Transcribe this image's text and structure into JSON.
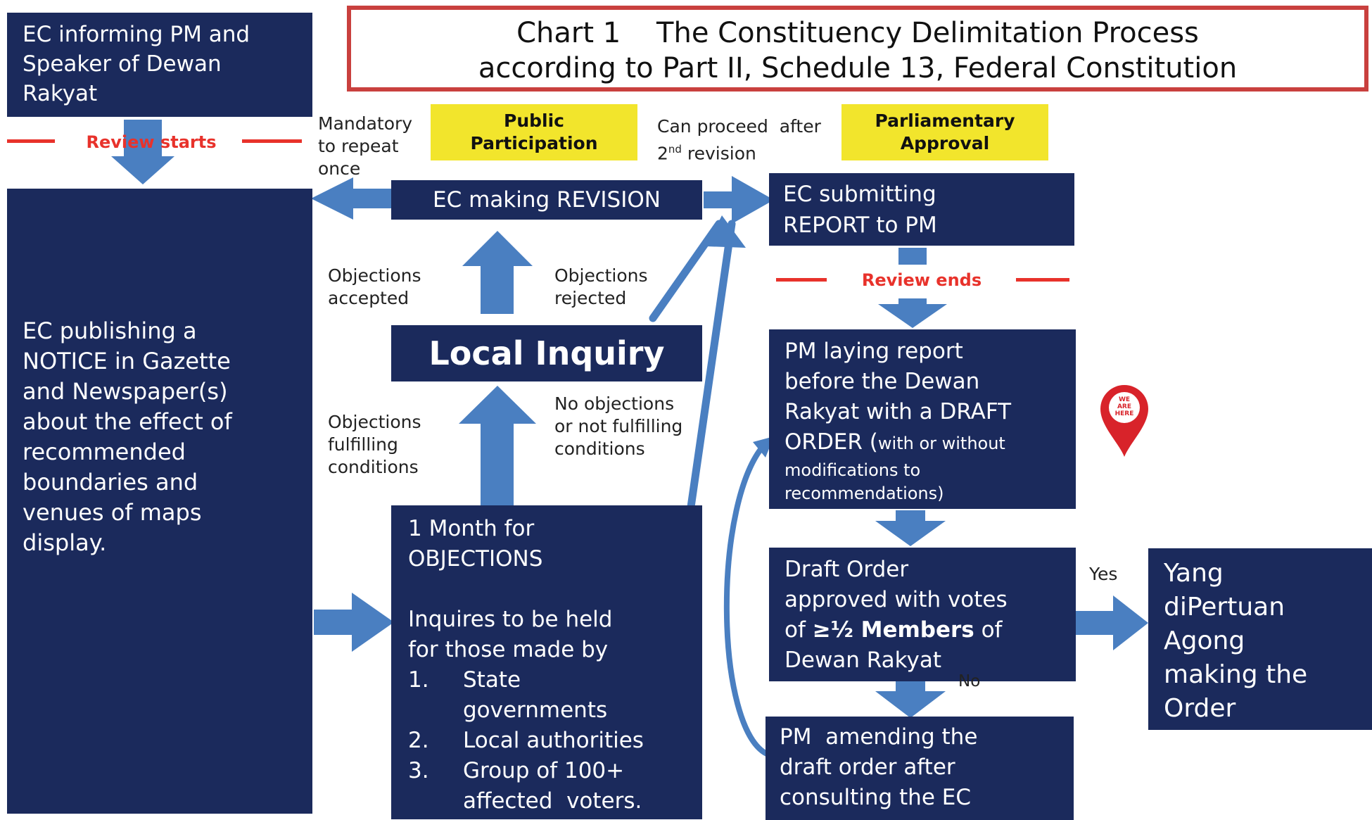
{
  "title": {
    "line1": "Chart 1    The Constituency Delimitation Process",
    "line2": "according to Part II, Schedule 13, Federal Constitution",
    "border_color": "#c9403e"
  },
  "colors": {
    "box_fill": "#1b2a5c",
    "arrow_fill": "#4a7fc1",
    "highlight_fill": "#f2e52c",
    "review_marker": "#e8322b"
  },
  "boxes": {
    "ec_informing": [
      "EC informing PM and",
      "Speaker of Dewan",
      "Rakyat"
    ],
    "ec_publishing": [
      "EC publishing a",
      "NOTICE in Gazette",
      "and Newspaper(s)",
      "about the effect of",
      "recommended",
      "boundaries and",
      "venues of maps",
      "display."
    ],
    "ec_revision": "EC making REVISION",
    "local_inquiry": "Local Inquiry",
    "objections_box": {
      "line1": "1 Month for",
      "line2": "OBJECTIONS",
      "line3": "Inquires to be held",
      "line4": "for those made by",
      "items": [
        {
          "num": "1.",
          "text": "State"
        },
        {
          "num": "",
          "text": "governments"
        },
        {
          "num": "2.",
          "text": "Local authorities"
        },
        {
          "num": "3.",
          "text": "Group of 100+"
        },
        {
          "num": "",
          "text": "affected  voters."
        }
      ]
    },
    "ec_submitting": [
      "EC submitting",
      "REPORT to PM"
    ],
    "pm_laying": {
      "lines": [
        "PM laying report",
        "before the Dewan",
        "Rakyat with a DRAFT"
      ],
      "line4_main": "ORDER (",
      "line4_small": "with or without",
      "small_lines": [
        "modifications to",
        "recommendations)"
      ]
    },
    "draft_order": {
      "line1": "Draft Order",
      "line2": "approved with votes",
      "line3_pre": "of ",
      "line3_bold": "≥½ Members",
      "line3_post": " of",
      "line4": "Dewan Rakyat"
    },
    "pm_amending": [
      "PM  amending the",
      "draft order after",
      "consulting the EC"
    ],
    "agong": [
      "Yang",
      "diPertuan",
      "Agong",
      "making the",
      "Order"
    ]
  },
  "labels": {
    "mandatory": [
      "Mandatory",
      "to repeat",
      "once"
    ],
    "can_proceed_pre": "Can proceed  after",
    "can_proceed_num": "2",
    "can_proceed_sup": "nd",
    "can_proceed_post": " revision",
    "obj_accepted": [
      "Objections",
      "accepted"
    ],
    "obj_rejected": [
      "Objections",
      "rejected"
    ],
    "obj_fulfilling": [
      "Objections",
      "fulfilling",
      "conditions"
    ],
    "no_objections": [
      "No objections",
      "or not fulfilling",
      "conditions"
    ],
    "yes": "Yes",
    "no": "No"
  },
  "highlights": {
    "public_participation": [
      "Public",
      "Participation"
    ],
    "parliamentary_approval": [
      "Parliamentary",
      "Approval"
    ]
  },
  "markers": {
    "review_starts": "Review starts",
    "review_ends": "Review ends"
  },
  "pin": {
    "icon": "map-pin-icon",
    "text": [
      "WE",
      "ARE",
      "HERE"
    ],
    "color": "#d8232a"
  }
}
